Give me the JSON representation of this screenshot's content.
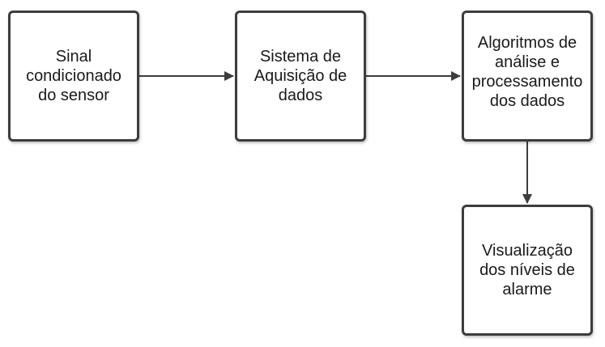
{
  "diagram": {
    "nodes": [
      {
        "id": "sinal",
        "label": "Sinal\ncondicionado\ndo sensor"
      },
      {
        "id": "aquisicao",
        "label": "Sistema de\nAquisição de\ndados"
      },
      {
        "id": "algoritmos",
        "label": "Algoritmos de\nanálise e\nprocessamento\ndos dados"
      },
      {
        "id": "visualizacao",
        "label": "Visualização\ndos níveis de\nalarme"
      }
    ],
    "edges": [
      {
        "from": "sinal",
        "to": "aquisicao"
      },
      {
        "from": "aquisicao",
        "to": "algoritmos"
      },
      {
        "from": "algoritmos",
        "to": "visualizacao"
      }
    ],
    "colors": {
      "stroke": "#3d3d3d",
      "text": "#1a1a1a",
      "background": "#ffffff"
    }
  }
}
